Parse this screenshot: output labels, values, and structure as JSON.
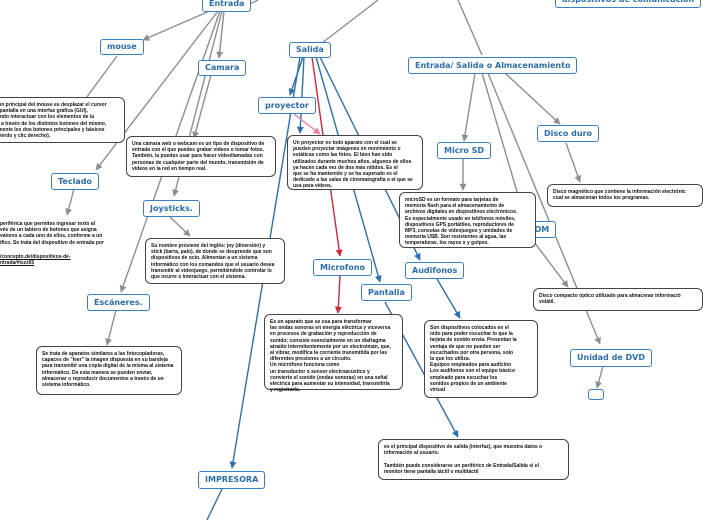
{
  "nodes": {
    "entrada": "Entrada",
    "salida": "Salida",
    "comunicacion": "dispositivos de comunicación",
    "mouse": "mouse",
    "camara": "Camara",
    "teclado": "Teclado",
    "joysticks": "Joysticks.",
    "escaneres": "Escáneres.",
    "proyector": "proyector",
    "microfono": "Microfono",
    "pantalla": "Pantalla",
    "impresora": "IMPRESORA",
    "es": "Entrada/ Salida o Almacenamiento",
    "microsd": "Micro SD",
    "discoduro": "Disco duro",
    "cdrom": "CD ROM",
    "audifonos": "Audifonos",
    "unidaddvd": "Unidad de DVD",
    "empty": ""
  },
  "descriptions": {
    "mouse": "ción principal del mouse es desplazar el cursor\n la pantalla en una interfaz gráfica (GUI),\ntiendo interactuar con los elementos de la\nlla a través de los distintos botones del mismo,\nalmente los dos botones principales y básicos\nquierdo y clic derecho).",
    "teclado": "periférica que permites ingresar texto al\nvés de un tablero de botones que asigna\n valores a cada uno de ellos, conforme a un\nífico. Se trata del dispositivo de entrada por",
    "teclado_link": "/concepto.de/dispositivos-de-\nntrada/#ixzz65",
    "camara": "Una cámara web o webcam es un tipo de dispositivo de\nentrada con el que puedes grabar  videos o tomar fotos.\nTambién, la puedes usar para hacer videollamadas con\npersonas de cualquier parte del mundo, transmisión de\nvideos en la red en tiempo real.",
    "joysticks": "Su nombre proviene del inglés: joy (diversión) y\nstick (barra, palo), de donde se desprende que son\ndispositivos de ocio. Alimentan a un sistema\ninformático con los comandos que el usuario desea\ntransmitir al videojuego, permitiéndole controlar lo\nque ocurre o interactuar con el sistema.",
    "escaneres": "Se trata de aparatos similares a las fotocopiadoras,\ncapaces de \"leer\" la imagen dispuesta en su bandeja\npara transmitir una copia digital de la misma al sistema\ninformático. De esta manera se pueden enviar,\nalmacenar o reproducir documentos a través de un\nsistema informático.",
    "proyector": "Un proyector es todo aparato con el cual se\npueden proyectar imágenes en movimiento o\nestáticas como las fotos. El bien han sido\nutilizados durante muchos años, algunos de ellos\nya hacen cada vez de dos más nítidos. Es el\nque se ha mantenido y se ha superado es el\ndedicado a las salas de cinematografía o el que se\nusa para videos.",
    "microsd": "microSD es un formato para tarjetas de\nmemoria flash para el almacenamiento de\narchivos digitales en dispositivos electrónicos.\nEs especialmente usado en teléfonos móviles,\ndispositivos GPS portátiles, reproductores de\nMP3, consolas de videojuegos y unidades de\nmemoria USB. Son resistentes al agua, las\ntemperaturas, los rayos x y golpes.",
    "discoduro": "Disco magnético que contiene la información electrónic\ncual se almacenan todos los programas.",
    "cdrom": "Disco compacto óptico utilizado para almacenar informació\nvolátil.",
    "microfono": "Es un aparato que se usa para transformar\nlas ondas sonoras en energía eléctrica y viceversa\nen procesos de grabación y reproducción de\nsonido; consiste esencialmente en un diafragma\natraído intermitentemente por un electroimán, que,\nal vibrar, modifica la corriente transmitida por las\ndiferentes presiones a un circuito.\nUn micrófono funciona como\nun transductor o sensor electroacústico y\nconvierte el sonido (ondas sonoras) en una señal\neléctrica para aumentar su intensidad, transmitirla\ny registrarla.",
    "audifonos": "Son dispositivos colocados en el\noído para poder escuchar lo que la\ntarjeta de sonido envía. Presentan la\nventaja de que no pueden ser\nescuchados por otra persona, solo\nla que los utiliza.\nEquipos empleados para audición\nLos audífonos son el equipo básico\nempleado para escuchar los\nsonidos propios de un ambiente\nvirtual",
    "pantalla": "es el principal dispositivo de salida (interfaz), que muestra datos o\ninformación al usuario.\n\nTambién puede considerarse un periférico de Entrada/Salida si el\nmonitor tiene pantalla táctil o multitáctil"
  },
  "colors": {
    "node_border": "#3a7fc1",
    "node_text": "#2a6db0",
    "line_gray": "#8a8f96",
    "line_blue": "#2d6fb0",
    "line_red": "#d0283a",
    "line_pink": "#f07aa8"
  }
}
